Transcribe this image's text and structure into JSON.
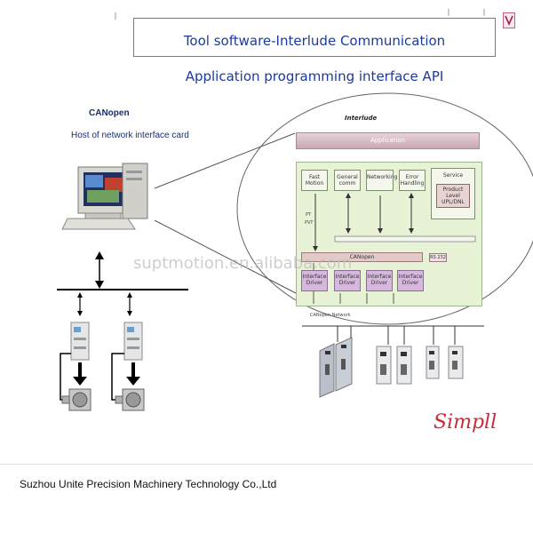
{
  "header": {
    "title": "Tool software-Interlude Communication",
    "subtitle": "Application programming interface API"
  },
  "left": {
    "canopen_label": "CANopen",
    "host_label": "Host of network interface card"
  },
  "interlude": {
    "label": "Interlude",
    "application": "Application",
    "modules": [
      "Fast Motion",
      "General comm",
      "Networking",
      "Error Handling"
    ],
    "service": "Service",
    "product_level": "Product Level UPL/DNL",
    "pt_label": "PT",
    "pvt_label": "PVT",
    "canopen_bar": "CANopen",
    "rs232": "RS 232",
    "drivers": [
      "Interface Driver",
      "Interface Driver",
      "Interface Driver",
      "Interface Driver"
    ],
    "network_label": "CANopen Network"
  },
  "watermark": "suptmotion.en.alibaba.com",
  "brand": "Simpll",
  "footer": {
    "company": "Suzhou Unite Precision Machinery Technology Co.,Ltd"
  },
  "colors": {
    "title_text": "#1a3aa0",
    "brand": "#cc2a3a",
    "panel_green": "#e8f2d5",
    "driver_purple": "#d6b8dd"
  }
}
